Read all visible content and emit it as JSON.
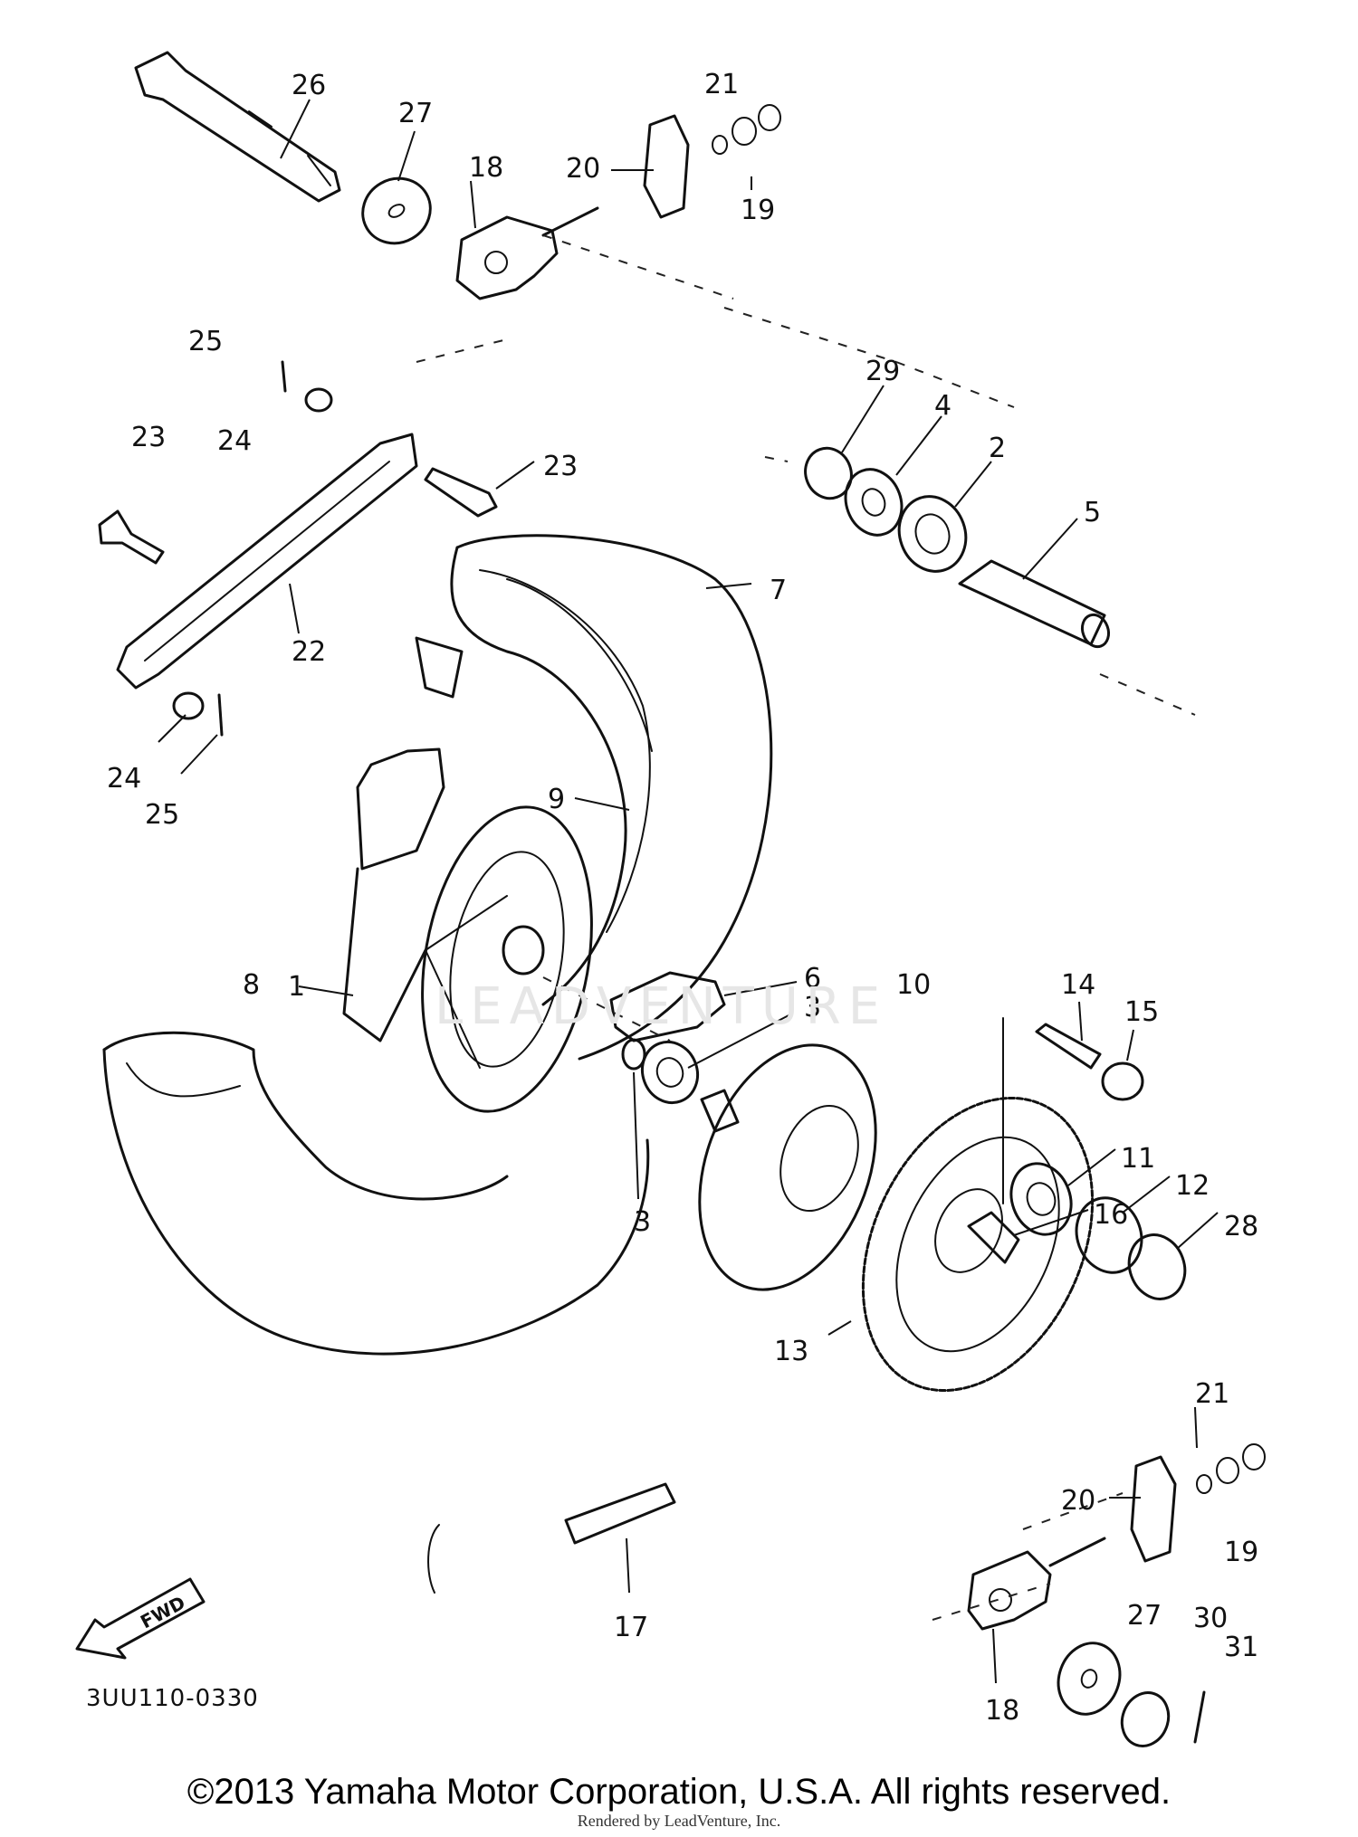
{
  "diagram_code": "3UU110-0330",
  "copyright": "©2013 Yamaha Motor Corporation, U.S.A. All rights reserved.",
  "rendered_by": "Rendered by LeadVenture, Inc.",
  "watermark": "LEADVENTURE",
  "fwd_label": "FWD",
  "callouts": [
    "26",
    "27",
    "21",
    "18",
    "20",
    "19",
    "25",
    "29",
    "4",
    "2",
    "23",
    "24",
    "23",
    "5",
    "7",
    "22",
    "24",
    "25",
    "9",
    "1",
    "6",
    "8",
    "3",
    "10",
    "14",
    "15",
    "3",
    "16",
    "11",
    "12",
    "28",
    "13",
    "21",
    "20",
    "19",
    "27",
    "30",
    "31",
    "17",
    "18"
  ]
}
